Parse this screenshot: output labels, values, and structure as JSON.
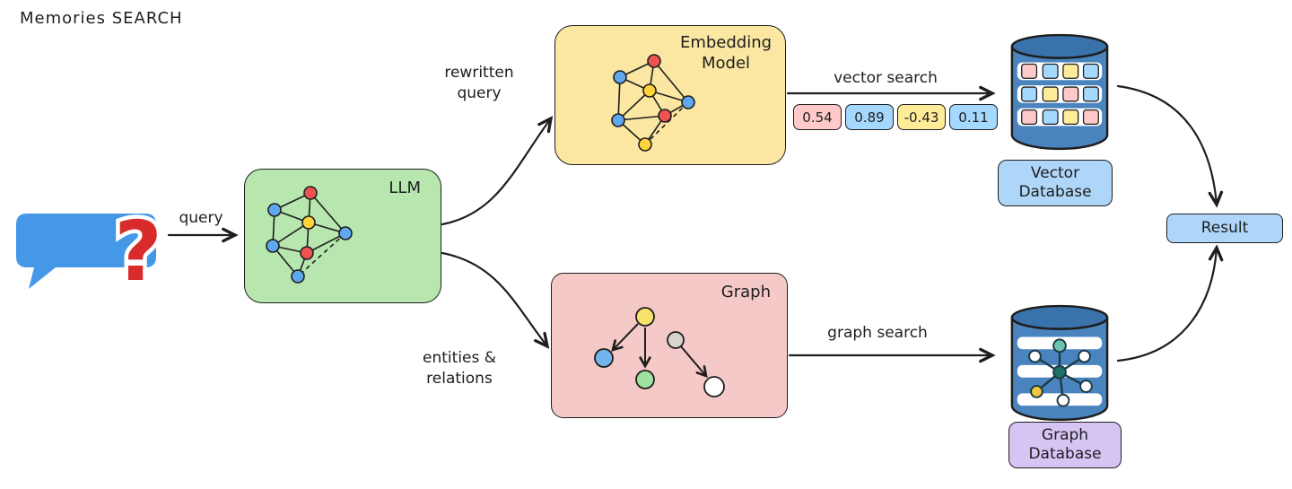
{
  "title": "Memories SEARCH",
  "chat": {
    "question_mark": "?"
  },
  "boxes": {
    "llm": "LLM",
    "embedding": "Embedding Model",
    "graph": "Graph",
    "vector_db": "Vector Database",
    "graph_db": "Graph Database",
    "result": "Result"
  },
  "edge_labels": {
    "query": "query",
    "rewritten_query": "rewritten query",
    "vector_search": "vector search",
    "entities_relations": "entities & relations",
    "graph_search": "graph search"
  },
  "vector_chips": [
    {
      "value": "0.54",
      "color": "#ffc9c9"
    },
    {
      "value": "0.89",
      "color": "#a5d8ff"
    },
    {
      "value": "-0.43",
      "color": "#ffec99"
    },
    {
      "value": "0.11",
      "color": "#a5d8ff"
    }
  ],
  "colors": {
    "stroke": "#1e1e1e",
    "llm_box": "#b7e6af",
    "embedding_box": "#fbe7a2",
    "graph_box": "#f5c9c7",
    "vector_db_label": "#aed6f8",
    "graph_db_label": "#d6c4f5",
    "result_box": "#aed6f8",
    "bubble": "#4597e8",
    "question_mark": "#d92b2b",
    "cylinder_body": "#4a84bf",
    "cylinder_top": "#3a72ac"
  }
}
